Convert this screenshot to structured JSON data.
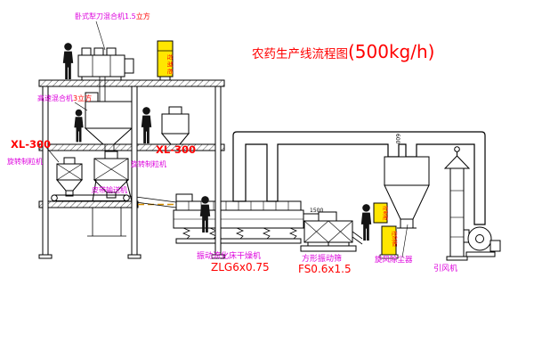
{
  "diagram": {
    "title": {
      "name_cn": "农药生产线流程图",
      "capacity": "(500kg/h)"
    },
    "labels": {
      "horizontal_mixer_name": "卧式犁刀混合机1.5",
      "horizontal_mixer_unit": "立方",
      "high_speed_mixer_name": "高速混合机",
      "high_speed_mixer_spec": "3立方",
      "granulator_left_model": "XL-300",
      "granulator_left_name": "旋转制粒机",
      "granulator_right_model": "XL-300",
      "granulator_right_name": "旋转制粒机",
      "belt_conveyor": "皮带输送机",
      "dryer_name": "振动流化床干燥机",
      "dryer_model": "ZLG6x0.75",
      "screen_name": "方形振动筛",
      "screen_model": "FS0.6x1.5",
      "cyclone_name": "旋风除尘器",
      "fan_name": "引风机",
      "control_cabinet_top": "控制柜",
      "control_cabinet_right_a": "控制柜",
      "control_cabinet_right_b": "控制柜",
      "dim_screen_length": "1500",
      "dim_cyclone_diameter": "600"
    },
    "colors": {
      "label_magenta": "#DD00DD",
      "model_red": "#FF0000",
      "cabinet_yellow": "#FFE600",
      "line_black": "#000000",
      "hidden_line_orange": "#D89000",
      "background": "#FFFFFF"
    },
    "figures": {
      "operator_count": 5
    }
  }
}
